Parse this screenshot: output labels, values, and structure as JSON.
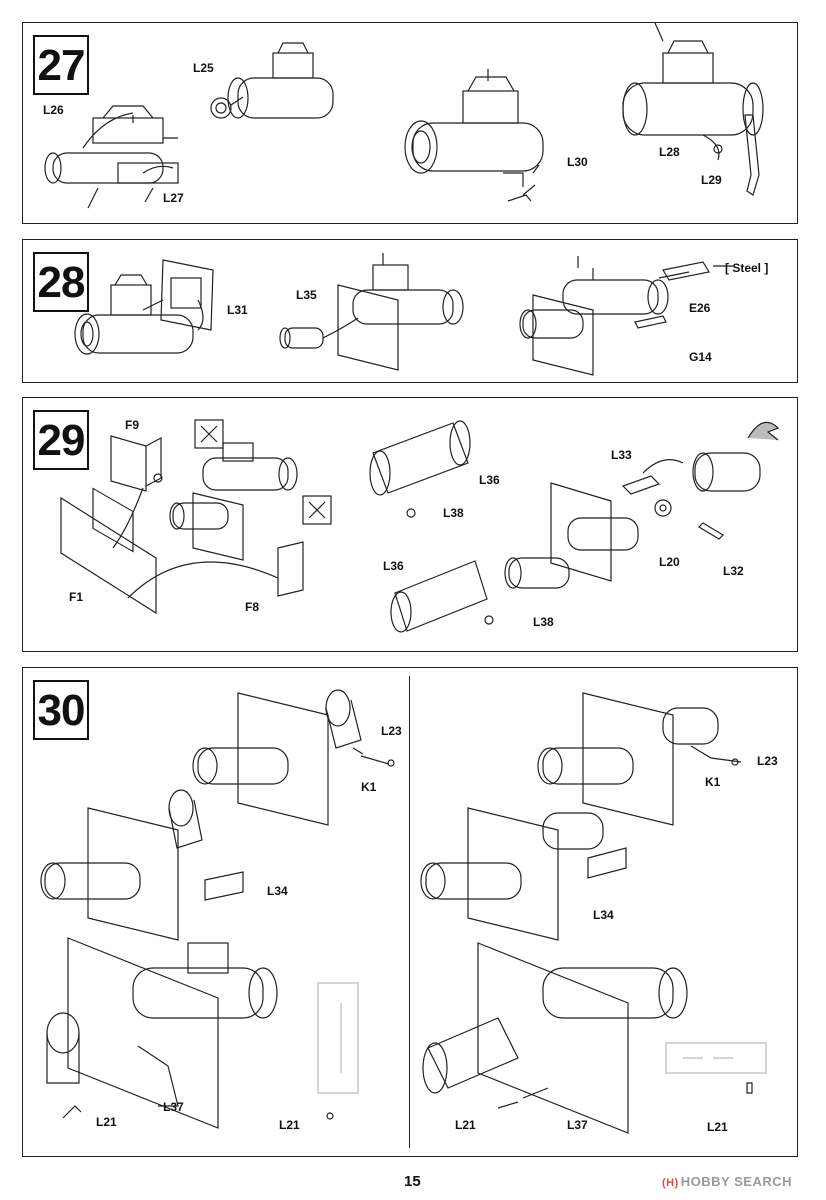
{
  "steps": [
    {
      "number": "27",
      "labels": {
        "L25": "L25",
        "L26": "L26",
        "L27": "L27",
        "L30": "L30",
        "L28": "L28",
        "L29": "L29"
      }
    },
    {
      "number": "28",
      "labels": {
        "L31": "L31",
        "L35": "L35",
        "steel": "[ Steel ]",
        "E26": "E26",
        "G14": "G14"
      }
    },
    {
      "number": "29",
      "labels": {
        "F9": "F9",
        "F1": "F1",
        "F8": "F8",
        "L36a": "L36",
        "L38a": "L38",
        "L36b": "L36",
        "L38b": "L38",
        "L33": "L33",
        "L20": "L20",
        "L32": "L32"
      }
    },
    {
      "number": "30",
      "labels": {
        "L23a": "L23",
        "K1a": "K1",
        "L34a": "L34",
        "L21a": "L21",
        "L37a": "L37",
        "L21b": "L21",
        "L23b": "L23",
        "K1b": "K1",
        "L34b": "L34",
        "L21c": "L21",
        "L37b": "L37",
        "L21d": "L21"
      }
    }
  ],
  "page_number": "15",
  "watermark": {
    "mark": "(H)",
    "text": "HOBBY SEARCH"
  }
}
